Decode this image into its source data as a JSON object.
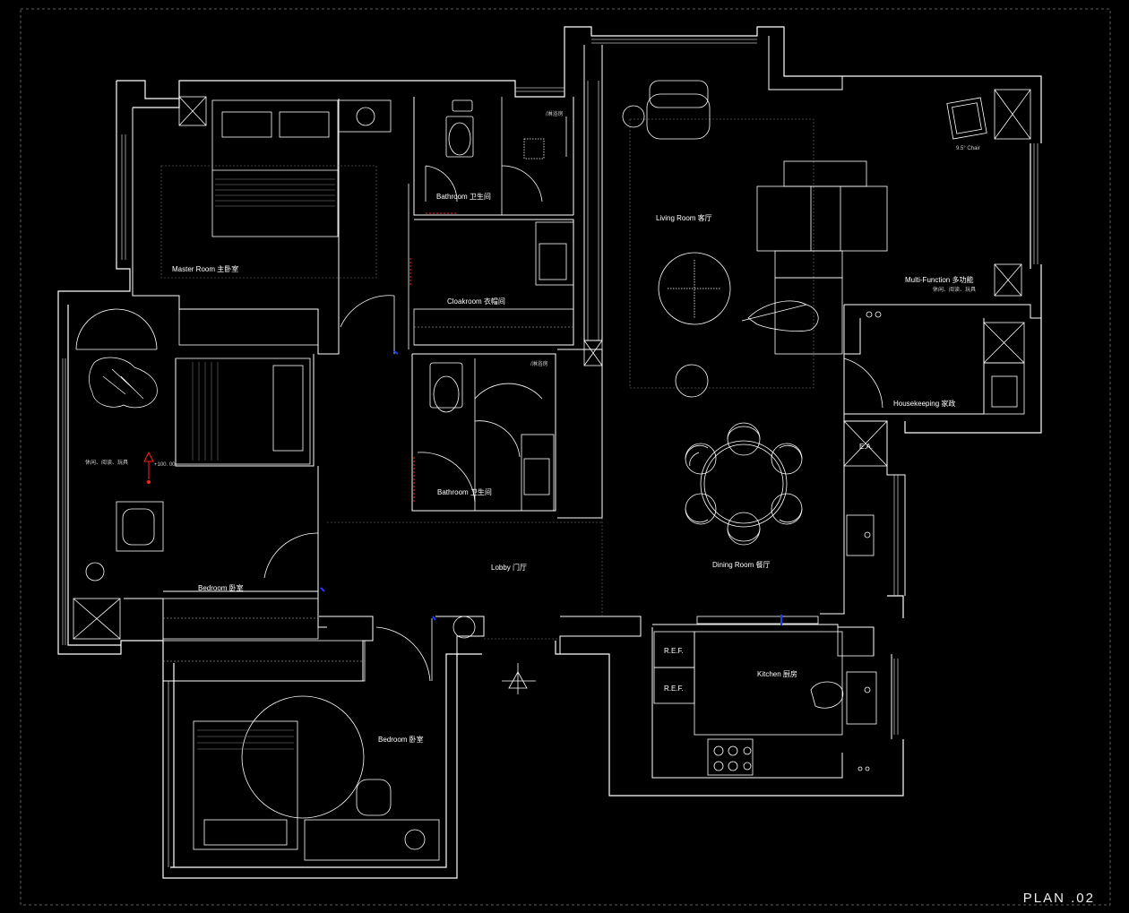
{
  "plan_title": "PLAN .02",
  "rooms": {
    "master_room": "Master Room 主卧室",
    "bathroom_1": "Bathroom 卫生间",
    "cloakroom": "Cloakroom 衣帽间",
    "bathroom_2": "Bathroom 卫生间",
    "living_room": "Living Room 客厅",
    "multi_function": "Multi-Function 多功能",
    "housekeeping": "Housekeeping 家政",
    "dining_room": "Dining Room 餐厅",
    "lobby": "Lobby 门厅",
    "bedroom_west": "Bedroom 卧室",
    "bedroom_south": "Bedroom 卧室",
    "kitchen": "Kitchen 厨房"
  },
  "fixture_labels": {
    "ref_1": "R.E.F.",
    "ref_2": "R.E.F.",
    "ea": "E.A.",
    "chair": "9.5° Chair",
    "level": "+100. 00"
  },
  "notes": {
    "bath1_tag": "/淋浴房",
    "bath2_tag": "/淋浴房",
    "multi_sub": "休闲、阅读、玩具",
    "bedroom_sub": "休闲、阅读、玩具"
  },
  "colors": {
    "background": "#000000",
    "lines": "#ffffff",
    "faint": "#9a9a9a",
    "door_marker_blue": "#1f3cff",
    "marker_red": "#ff2020"
  }
}
